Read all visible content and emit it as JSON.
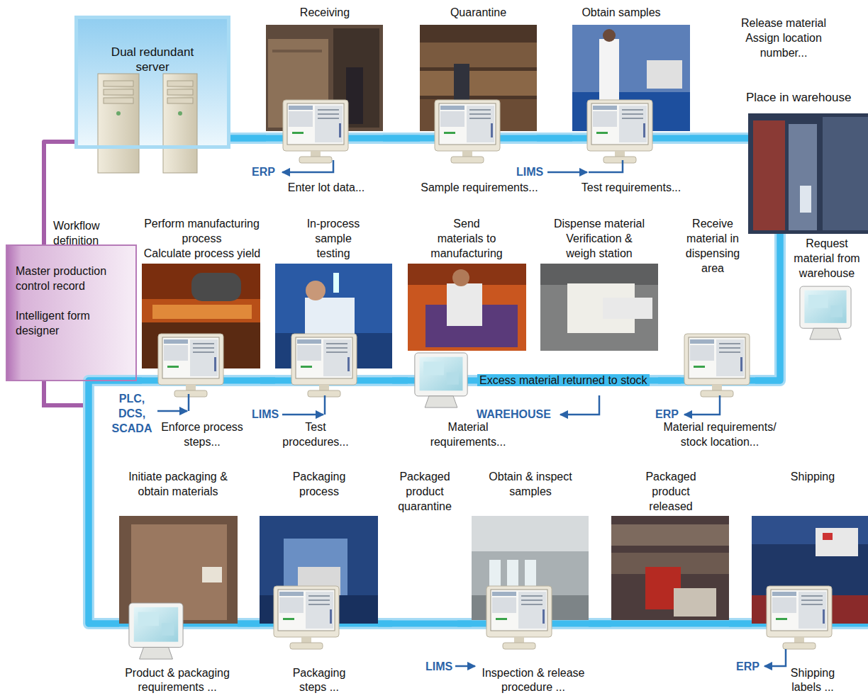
{
  "diagram": {
    "nodes": [
      {
        "text": [
          "Dual redundant server"
        ]
      },
      {
        "text": [
          "Master production control record",
          "Intelligent form designer"
        ]
      },
      {
        "text": [
          "Receiving",
          "Enter lot data..."
        ]
      },
      {
        "text": [
          "Quarantine",
          "Sample requirements..."
        ]
      },
      {
        "text": [
          "Obtain samples",
          "Test requirements..."
        ]
      },
      {
        "text": [
          "Release material Assign location number...",
          "Place in warehouse",
          "Request material from warehouse"
        ]
      },
      {
        "text": [
          "Receive material in dispensing area",
          "Material requirements/ stock location..."
        ]
      },
      {
        "text": [
          "Dispense material Verification & weigh station"
        ]
      },
      {
        "text": [
          "Send materials to manufacturing",
          "Material requirements..."
        ]
      },
      {
        "text": [
          "In-process sample testing",
          "Test procedures..."
        ]
      },
      {
        "text": [
          "Perform manufacturing process",
          "Calculate process yield",
          "Enforce process steps..."
        ]
      },
      {
        "text": [
          "Initiate packaging & obtain materials",
          "Product & packaging requirements ..."
        ]
      },
      {
        "text": [
          "Packaging process",
          "Packaging steps ..."
        ]
      },
      {
        "text": [
          "Packaged product quarantine"
        ]
      },
      {
        "text": [
          "Obtain & inspect samples",
          "Inspection & release procedure ..."
        ]
      },
      {
        "text": [
          "Packaged product released"
        ]
      },
      {
        "text": [
          "Shipping",
          "Shipping labels ..."
        ]
      }
    ],
    "edges": [
      {
        "from": 0,
        "to": 1,
        "arrow": "none"
      },
      {
        "from": 0,
        "to": 2,
        "arrow": "none"
      },
      {
        "from": 2,
        "to": 3,
        "arrow": "none"
      },
      {
        "from": 3,
        "to": 4,
        "arrow": "none"
      },
      {
        "from": 4,
        "to": 5,
        "arrow": "none"
      },
      {
        "from": 5,
        "to": 6,
        "arrow": "none"
      },
      {
        "from": 6,
        "to": 7,
        "arrow": "none"
      },
      {
        "from": 7,
        "to": 8,
        "arrow": "none"
      },
      {
        "from": 8,
        "to": 9,
        "arrow": "none"
      },
      {
        "from": 9,
        "to": 10,
        "arrow": "none"
      },
      {
        "from": 10,
        "to": 11,
        "arrow": "none"
      },
      {
        "from": 11,
        "to": 12,
        "arrow": "none"
      },
      {
        "from": 12,
        "to": 13,
        "arrow": "none"
      },
      {
        "from": 13,
        "to": 14,
        "arrow": "none"
      },
      {
        "from": 14,
        "to": 15,
        "arrow": "none"
      },
      {
        "from": 15,
        "to": 16,
        "arrow": "none"
      }
    ],
    "labels": [
      "Workflow definition",
      "ERP",
      "LIMS",
      "PLC, DCS, SCADA",
      "LIMS",
      "Excess material returned to stock",
      "WAREHOUSE",
      "ERP",
      "LIMS",
      "ERP"
    ]
  }
}
